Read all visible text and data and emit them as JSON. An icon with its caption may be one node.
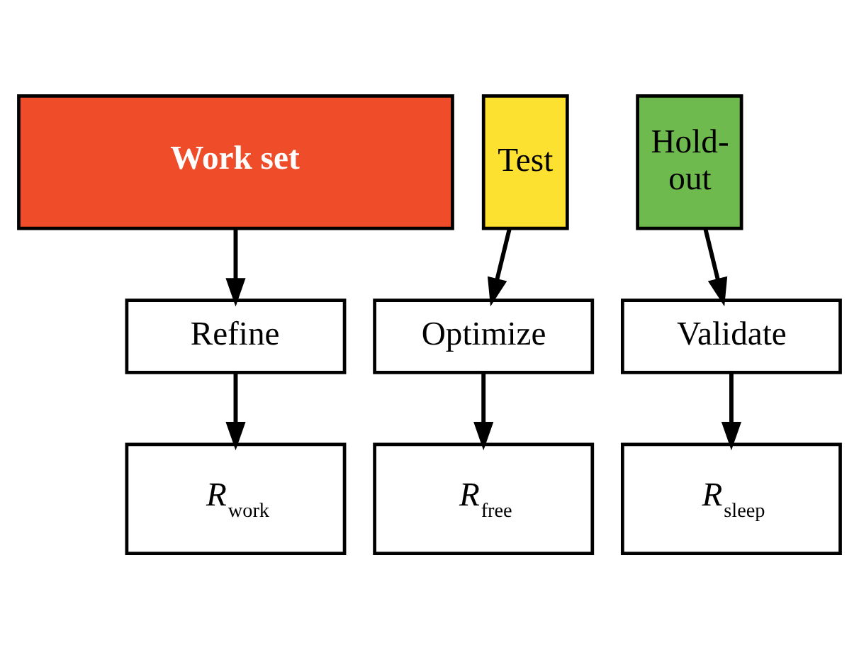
{
  "diagram": {
    "nodes": [
      {
        "text": [
          "Work set"
        ]
      },
      {
        "text": [
          "Test"
        ]
      },
      {
        "text": [
          "Hold-out"
        ]
      },
      {
        "text": [
          "Refine"
        ]
      },
      {
        "text": [
          "Optimize"
        ]
      },
      {
        "text": [
          "Validate"
        ]
      },
      {
        "text": [
          "*R*$_{work}$"
        ]
      },
      {
        "text": [
          "*R*$_{free}$"
        ]
      },
      {
        "text": [
          "*R*$_{sleep}$"
        ]
      }
    ],
    "edges": [
      {
        "from": 0,
        "to": 3,
        "arrow": "to"
      },
      {
        "from": 1,
        "to": 4,
        "arrow": "to"
      },
      {
        "from": 2,
        "to": 5,
        "arrow": "to"
      },
      {
        "from": 3,
        "to": 6,
        "arrow": "to"
      },
      {
        "from": 4,
        "to": 7,
        "arrow": "to"
      },
      {
        "from": 5,
        "to": 8,
        "arrow": "to"
      }
    ]
  }
}
